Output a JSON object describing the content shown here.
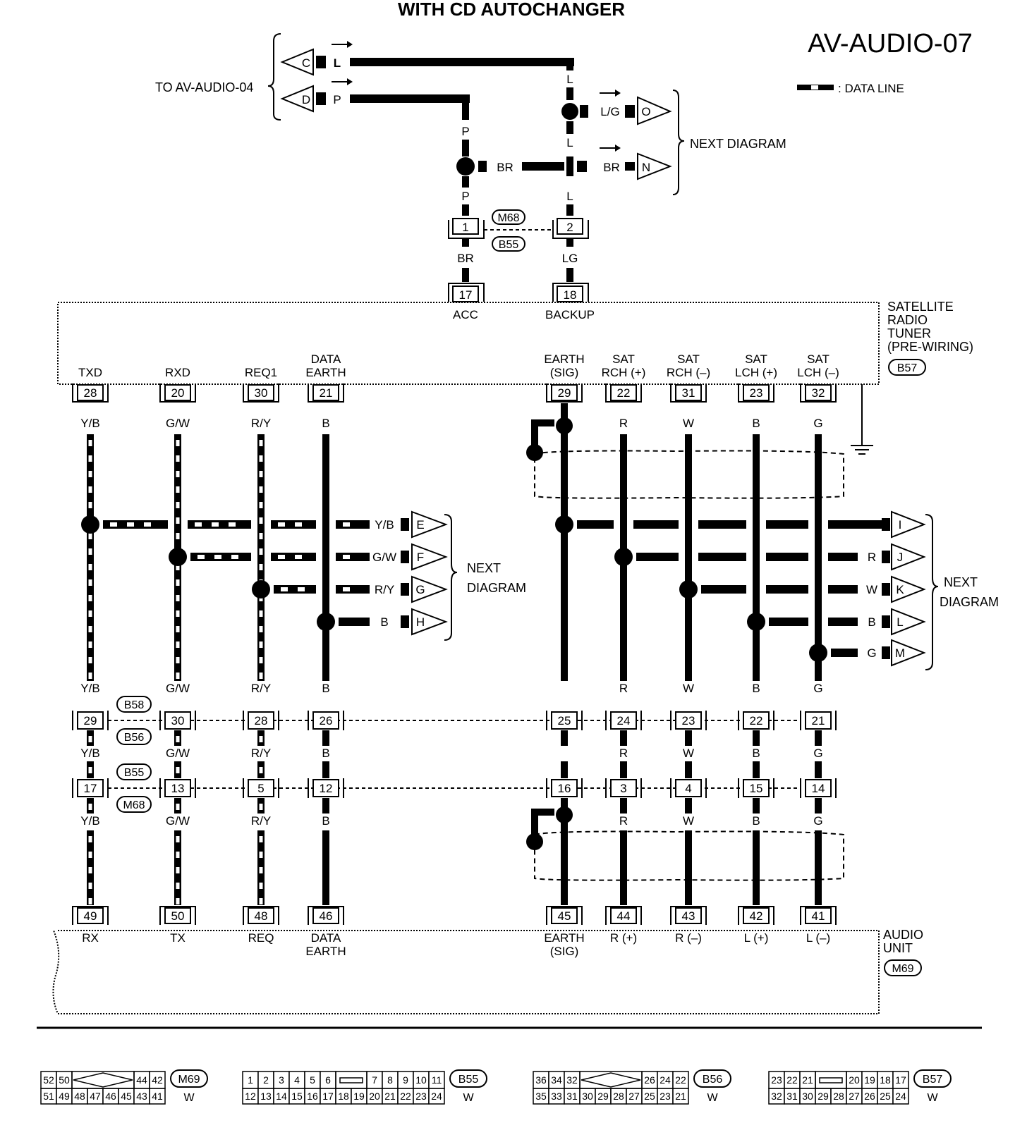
{
  "title": "WITH CD AUTOCHANGER",
  "page_code": "AV-AUDIO-07",
  "legend": {
    "data_line": ": DATA LINE"
  },
  "to_ref": "TO AV-AUDIO-04",
  "next_diagram": "NEXT DIAGRAM",
  "next": "NEXT",
  "diagram_word": "DIAGRAM",
  "top": {
    "conn_c": "C",
    "conn_d": "D",
    "conn_o": "O",
    "conn_n": "N",
    "wire_l": "L",
    "wire_p": "P",
    "wire_lg": "L/G",
    "wire_br": "BR",
    "wire_lg2": "LG",
    "m68": "M68",
    "b55": "B55",
    "pin_1": "1",
    "pin_2": "2",
    "pin_17": "17",
    "pin_18": "18",
    "acc": "ACC",
    "backup": "BACKUP"
  },
  "tuner": {
    "name_lines": [
      "SATELLITE",
      "RADIO",
      "TUNER",
      "(PRE-WIRING)"
    ],
    "connector": "B57",
    "terminals": [
      {
        "l1": "",
        "l2": "TXD",
        "pin": "28",
        "wire": "Y/B"
      },
      {
        "l1": "",
        "l2": "RXD",
        "pin": "20",
        "wire": "G/W"
      },
      {
        "l1": "",
        "l2": "REQ1",
        "pin": "30",
        "wire": "R/Y"
      },
      {
        "l1": "DATA",
        "l2": "EARTH",
        "pin": "21",
        "wire": "B"
      },
      {
        "l1": "EARTH",
        "l2": "(SIG)",
        "pin": "29",
        "wire": ""
      },
      {
        "l1": "SAT",
        "l2": "RCH (+)",
        "pin": "22",
        "wire": "R"
      },
      {
        "l1": "SAT",
        "l2": "RCH (–)",
        "pin": "31",
        "wire": "W"
      },
      {
        "l1": "SAT",
        "l2": "LCH (+)",
        "pin": "23",
        "wire": "B"
      },
      {
        "l1": "SAT",
        "l2": "LCH (–)",
        "pin": "32",
        "wire": "G"
      }
    ]
  },
  "branches_left": [
    {
      "wire": "Y/B",
      "conn": "E"
    },
    {
      "wire": "G/W",
      "conn": "F"
    },
    {
      "wire": "R/Y",
      "conn": "G"
    },
    {
      "wire": "B",
      "conn": "H"
    }
  ],
  "branches_right": [
    {
      "wire": "",
      "conn": "I"
    },
    {
      "wire": "R",
      "conn": "J"
    },
    {
      "wire": "W",
      "conn": "K"
    },
    {
      "wire": "B",
      "conn": "L"
    },
    {
      "wire": "G",
      "conn": "M"
    }
  ],
  "joint1": {
    "top": "B58",
    "bottom": "B56",
    "pins": [
      "29",
      "30",
      "28",
      "26",
      "25",
      "24",
      "23",
      "22",
      "21"
    ]
  },
  "joint2": {
    "top": "B55",
    "bottom": "M68",
    "pins": [
      "17",
      "13",
      "5",
      "12",
      "16",
      "3",
      "4",
      "15",
      "14"
    ]
  },
  "wires_j1_above": [
    "Y/B",
    "G/W",
    "R/Y",
    "B",
    "",
    "R",
    "W",
    "B",
    "G"
  ],
  "wires_j1_below": [
    "Y/B",
    "G/W",
    "R/Y",
    "B",
    "",
    "R",
    "W",
    "B",
    "G"
  ],
  "wires_j2_below": [
    "Y/B",
    "G/W",
    "R/Y",
    "B",
    "",
    "R",
    "W",
    "B",
    "G"
  ],
  "audio": {
    "name_lines": [
      "AUDIO",
      "UNIT"
    ],
    "connector": "M69",
    "terminals": [
      {
        "pin": "49",
        "l1": "RX",
        "l2": ""
      },
      {
        "pin": "50",
        "l1": "TX",
        "l2": ""
      },
      {
        "pin": "48",
        "l1": "REQ",
        "l2": ""
      },
      {
        "pin": "46",
        "l1": "DATA",
        "l2": "EARTH"
      },
      {
        "pin": "45",
        "l1": "EARTH",
        "l2": "(SIG)"
      },
      {
        "pin": "44",
        "l1": "R (+)",
        "l2": ""
      },
      {
        "pin": "43",
        "l1": "R (–)",
        "l2": ""
      },
      {
        "pin": "42",
        "l1": "L (+)",
        "l2": ""
      },
      {
        "pin": "41",
        "l1": "L (–)",
        "l2": ""
      }
    ]
  },
  "connector_views": [
    {
      "id": "M69",
      "color": "W",
      "top": [
        "52",
        "50",
        "44",
        "42"
      ],
      "bottom": [
        "51",
        "49",
        "48",
        "47",
        "46",
        "45",
        "43",
        "41"
      ]
    },
    {
      "id": "B55",
      "color": "W",
      "top": [
        "1",
        "2",
        "3",
        "4",
        "5",
        "6",
        "7",
        "8",
        "9",
        "10",
        "11"
      ],
      "bottom": [
        "12",
        "13",
        "14",
        "15",
        "16",
        "17",
        "18",
        "19",
        "20",
        "21",
        "22",
        "23",
        "24"
      ]
    },
    {
      "id": "B56",
      "color": "W",
      "top": [
        "36",
        "34",
        "32",
        "26",
        "24",
        "22"
      ],
      "bottom": [
        "35",
        "33",
        "31",
        "30",
        "29",
        "28",
        "27",
        "25",
        "23",
        "21"
      ]
    },
    {
      "id": "B57",
      "color": "W",
      "top": [
        "23",
        "22",
        "21",
        "20",
        "19",
        "18",
        "17"
      ],
      "bottom": [
        "32",
        "31",
        "30",
        "29",
        "28",
        "27",
        "26",
        "25",
        "24"
      ]
    }
  ]
}
